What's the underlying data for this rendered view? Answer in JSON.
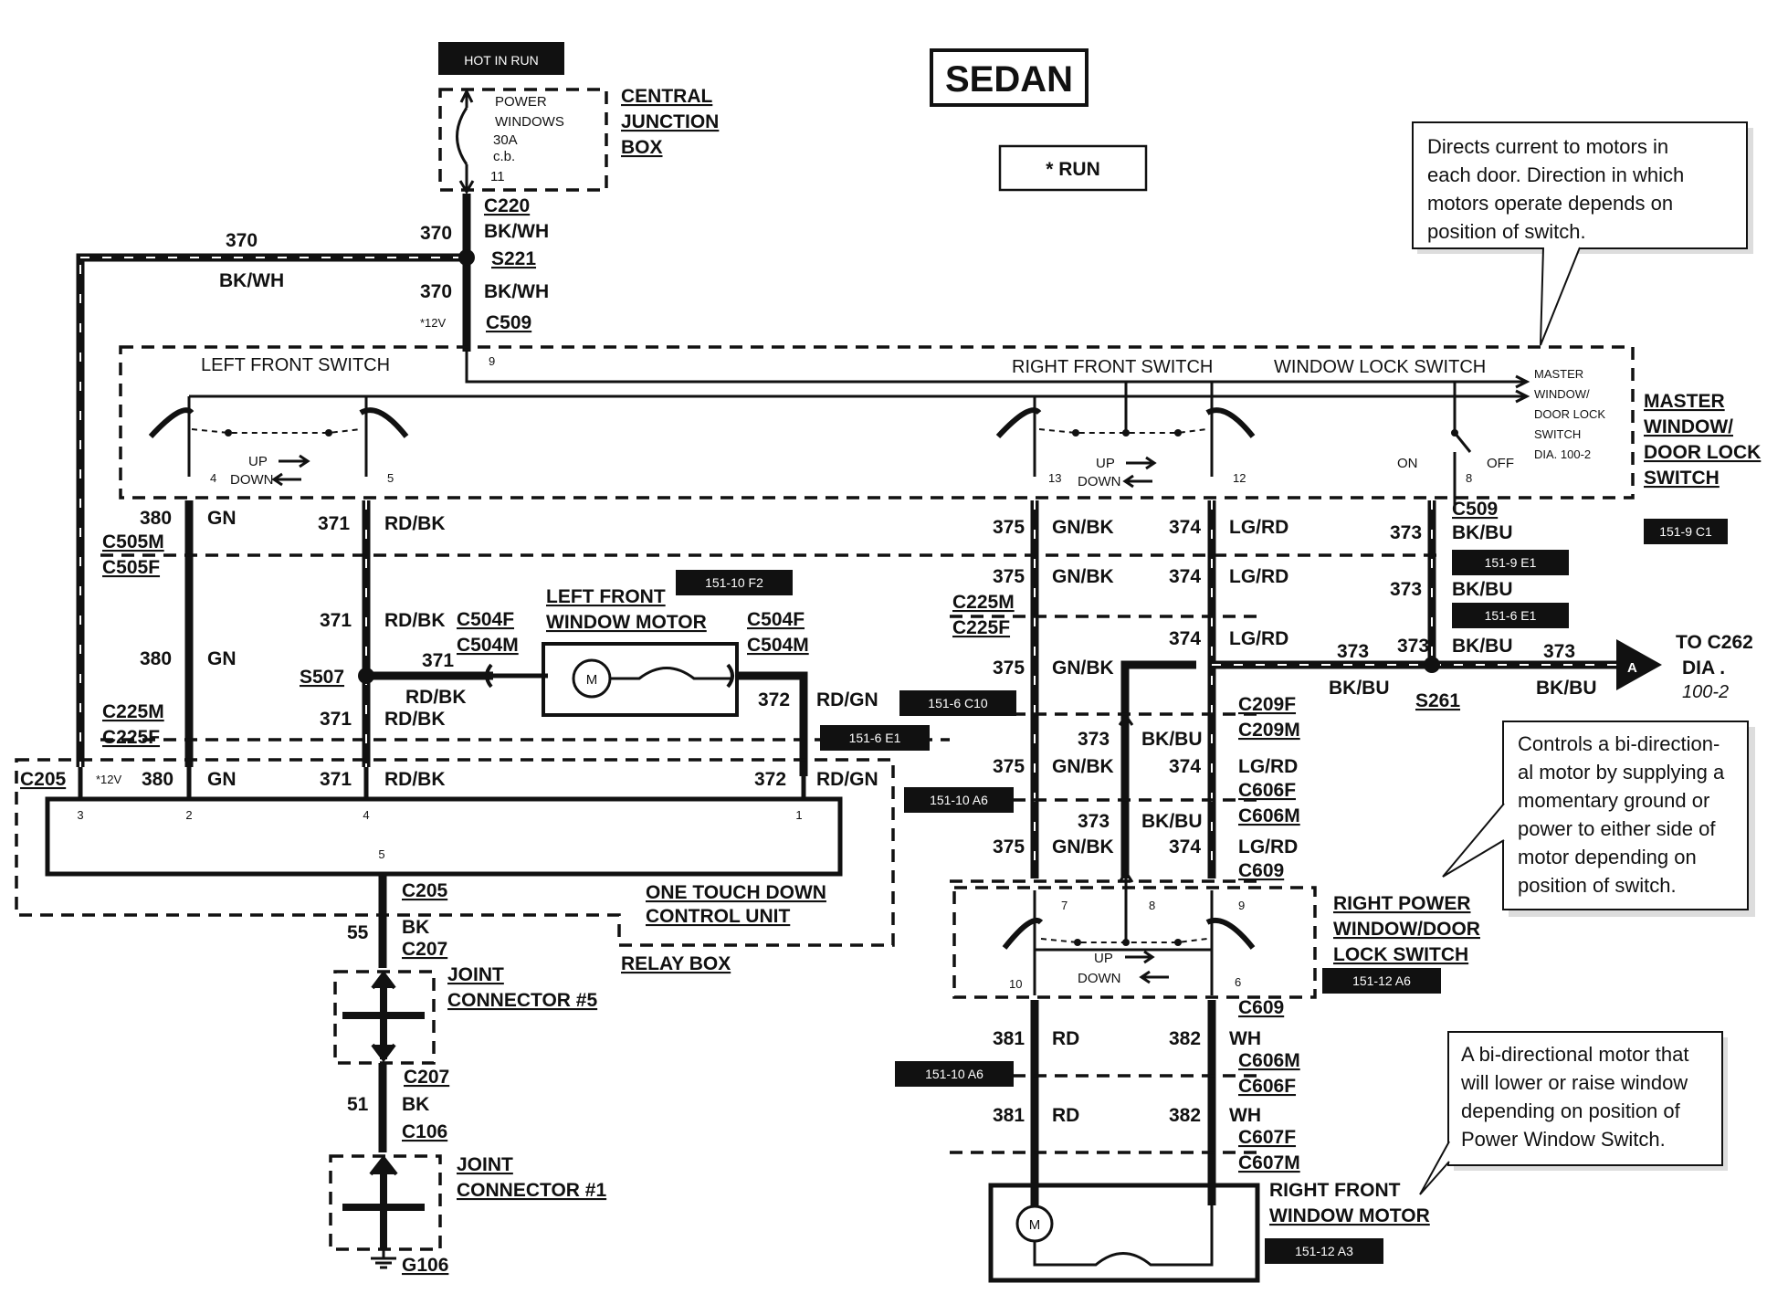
{
  "title": "SEDAN",
  "run_box": "* RUN",
  "hot_in_run": "HOT IN RUN",
  "fuse": {
    "l1": "POWER",
    "l2": "WINDOWS",
    "l3": "30A",
    "l4": "c.b.",
    "pin": "11"
  },
  "central_junction": {
    "l1": "CENTRAL",
    "l2": "JUNCTION",
    "l3": "BOX"
  },
  "notes": {
    "master": [
      "Directs current to motors in",
      "each door. Direction in which",
      "motors operate depends on",
      "position of switch."
    ],
    "control": [
      "Controls a bi-direction-",
      "al motor by supplying a",
      "momentary ground or",
      "power to either side of",
      "motor depending on",
      "position of switch."
    ],
    "motor": [
      "A bi-directional motor that",
      "will lower or raise window",
      "depending on position of",
      "Power Window Switch."
    ]
  },
  "top": {
    "c220": "C220",
    "bkwh": "BK/WH",
    "w370": "370",
    "s221": "S221",
    "c509": "C509",
    "v12": "*12V",
    "pin9": "9"
  },
  "switch": {
    "left_front": "LEFT FRONT SWITCH",
    "right_front": "RIGHT FRONT SWITCH",
    "window_lock": "WINDOW LOCK SWITCH",
    "master_lines": [
      "MASTER",
      "WINDOW/",
      "DOOR LOCK",
      "SWITCH",
      "DIA. 100-2"
    ],
    "master_label": [
      "MASTER",
      "WINDOW/",
      "DOOR LOCK",
      "SWITCH"
    ],
    "up": "UP",
    "down": "DOWN",
    "on": "ON",
    "off": "OFF",
    "pins": {
      "p4": "4",
      "p5": "5",
      "p13": "13",
      "p12": "12",
      "p8": "8"
    }
  },
  "left": {
    "w380": "380",
    "gn": "GN",
    "c505m": "C505M",
    "c505f": "C505F",
    "w371": "371",
    "rdbk": "RD/BK",
    "c225m": "C225M",
    "c225f": "C225F",
    "s507": "S507",
    "c504f": "C504F",
    "c504m": "C504M",
    "w372": "372",
    "rdgn": "RD/GN",
    "motor_label": [
      "LEFT FRONT",
      "WINDOW MOTOR"
    ],
    "c205": "C205",
    "v12": "*12V"
  },
  "relay": {
    "pins": {
      "p3": "3",
      "p2": "2",
      "p4": "4",
      "p1": "1",
      "p5": "5"
    },
    "label": [
      "ONE TOUCH DOWN",
      "CONTROL UNIT"
    ],
    "relay_box": "RELAY BOX",
    "c205": "C205",
    "w55": "55",
    "bk": "BK",
    "c207": "C207",
    "jc5": [
      "JOINT",
      "CONNECTOR #5"
    ],
    "w51": "51",
    "c106": "C106",
    "jc1": [
      "JOINT",
      "CONNECTOR #1"
    ],
    "g106": "G106"
  },
  "right": {
    "w375": "375",
    "gnbk": "GN/BK",
    "w374": "374",
    "lgrd": "LG/RD",
    "w373": "373",
    "bkbu": "BK/BU",
    "c509": "C509",
    "c225m": "C225M",
    "c225f": "C225F",
    "s261": "S261",
    "to": [
      "TO C262",
      "DIA .",
      "100-2"
    ],
    "conn_a": "A",
    "c209f": "C209F",
    "c209m": "C209M",
    "c606f": "C606F",
    "c606m": "C606M",
    "c609": "C609",
    "rpw": [
      "RIGHT POWER",
      "WINDOW/DOOR",
      "LOCK SWITCH"
    ],
    "pins": {
      "p7": "7",
      "p8": "8",
      "p9": "9",
      "p10": "10",
      "p6": "6"
    },
    "w381": "381",
    "rd": "RD",
    "w382": "382",
    "wh": "WH",
    "c606m2": "C606M",
    "c606f2": "C606F",
    "c607f": "C607F",
    "c607m": "C607M",
    "motor_label": [
      "RIGHT FRONT",
      "WINDOW MOTOR"
    ]
  },
  "tags": {
    "t1": "151-9 C1",
    "t2": "151-9 E1",
    "t3": "151-6 E1",
    "t4": "151-10 F2",
    "t5": "151-6 C10",
    "t6": "151-6 E1",
    "t7": "151-10 A6",
    "t8": "151-12 A6",
    "t9": "151-10 A6",
    "t10": "151-12 A3"
  },
  "motor_symbol": "M"
}
